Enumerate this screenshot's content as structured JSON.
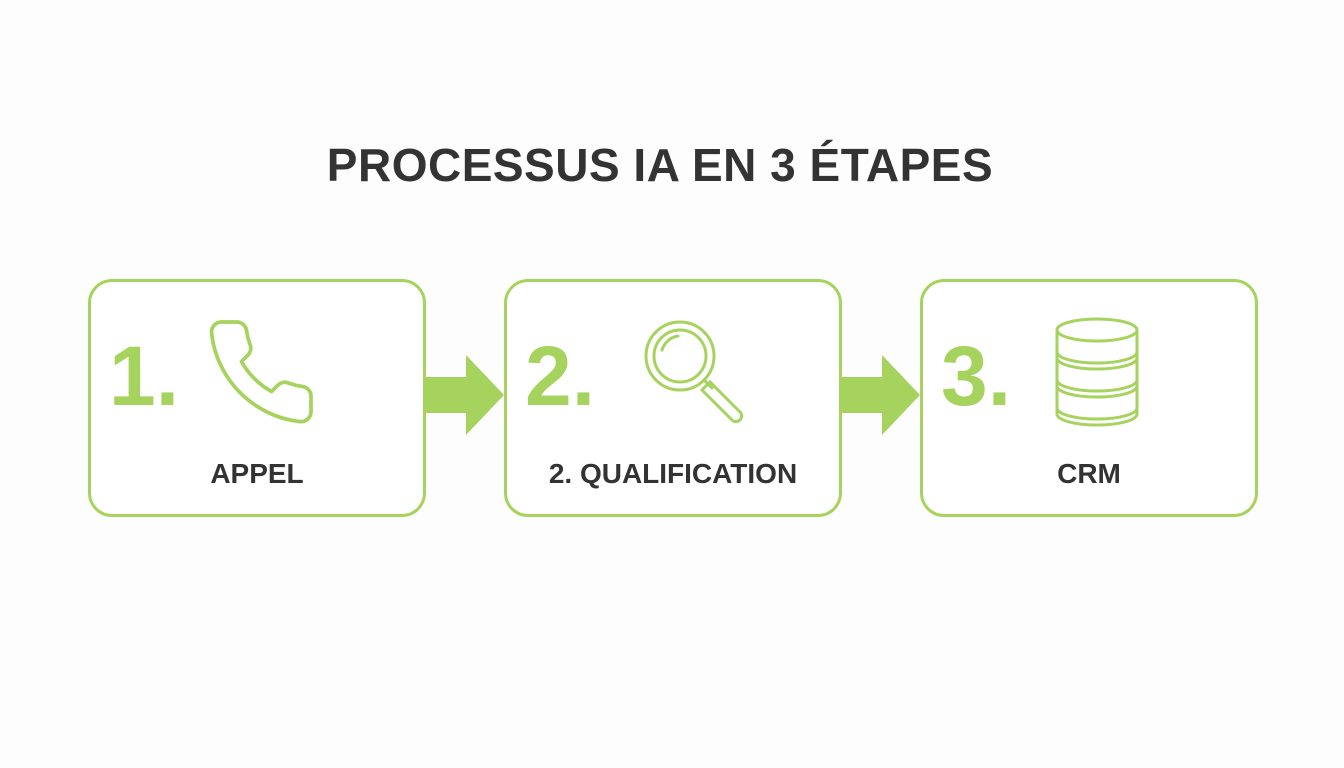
{
  "title": "PROCESSUS IA EN 3 ÉTAPES",
  "accent_color": "#a6d35e",
  "text_color": "#333333",
  "steps": [
    {
      "number": "1.",
      "label": "APPEL",
      "icon": "phone-icon"
    },
    {
      "number": "2.",
      "label": "2. QUALIFICATION",
      "icon": "magnifier-icon"
    },
    {
      "number": "3.",
      "label": "CRM",
      "icon": "database-icon"
    }
  ]
}
